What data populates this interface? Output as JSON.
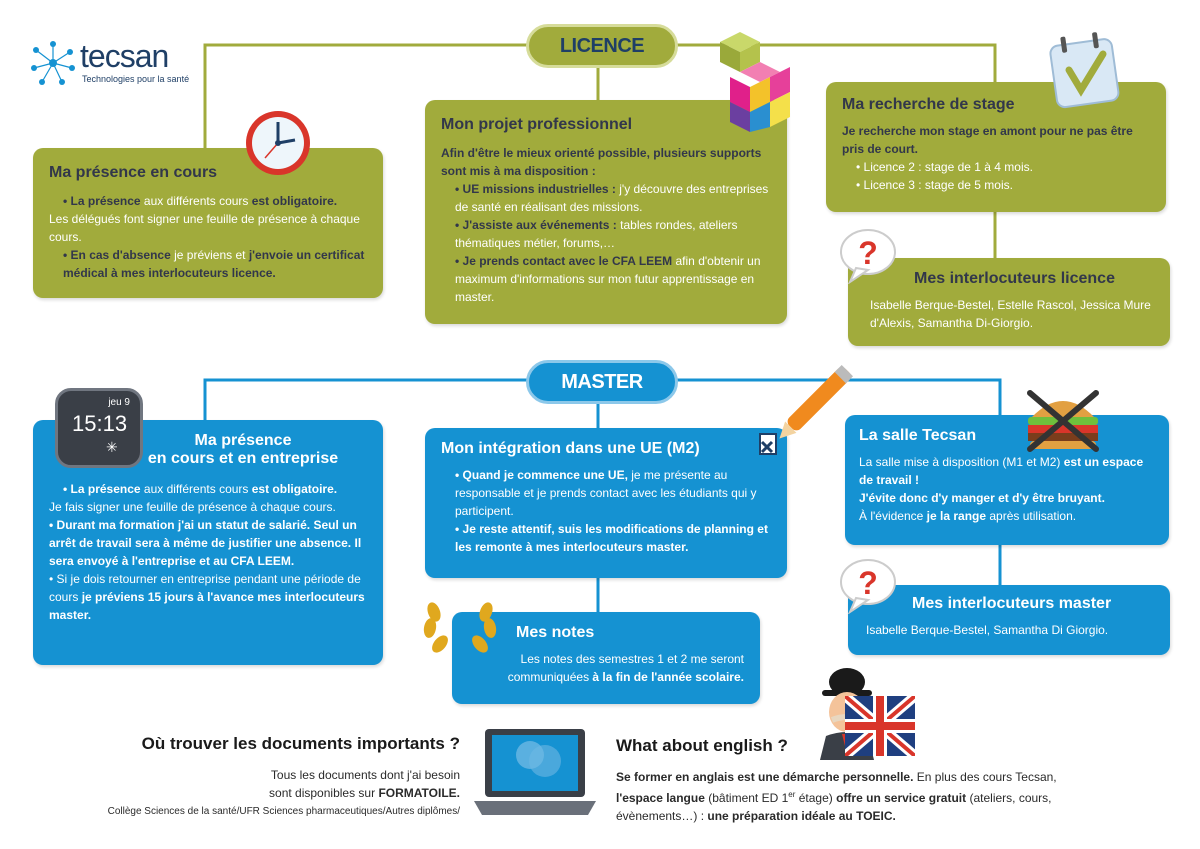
{
  "logo": {
    "name": "tecsan",
    "tagline": "Technologies pour la santé"
  },
  "licence": {
    "label": "LICENCE",
    "presence": {
      "title": "Ma présence en cours",
      "p1_bold": "• La présence",
      "p1_rest": " aux différents cours ",
      "p1_bold2": "est obligatoire.",
      "p1_line2": "Les délégués font signer une feuille de présence à chaque cours.",
      "p2_bold": "• En cas d'absence",
      "p2_rest": " je préviens et ",
      "p2_bold2": "j'envoie un certificat médical à mes interlocuteurs licence."
    },
    "projet": {
      "title": "Mon projet professionnel",
      "intro": "Afin d'être le mieux orienté possible, plusieurs supports sont mis à ma disposition :",
      "i1_bold": "• UE missions industrielles :",
      "i1_rest": " j'y découvre des entreprises de santé en réalisant des missions.",
      "i2_bold": "• J'assiste aux événements :",
      "i2_rest": " tables rondes, ateliers thématiques métier, forums,…",
      "i3_bold": "• Je prends contact avec le CFA LEEM",
      "i3_rest": " afin d'obtenir un maximum d'informations sur mon futur apprentissage en master."
    },
    "stage": {
      "title": "Ma recherche de stage",
      "intro": "Je recherche mon stage en amont pour ne pas être pris de court.",
      "l2": "• Licence 2 : stage de 1 à 4 mois.",
      "l3": "• Licence 3 : stage de 5 mois."
    },
    "interlocuteurs": {
      "title": "Mes interlocuteurs licence",
      "names": "Isabelle Berque-Bestel, Estelle Rascol, Jessica Mure d'Alexis, Samantha Di-Giorgio."
    }
  },
  "master": {
    "label": "MASTER",
    "presence": {
      "title_l1": "Ma présence",
      "title_l2": "en cours et en entreprise",
      "watch_day": "jeu 9",
      "watch_time": "15:13",
      "p1_bold": "• La présence",
      "p1_rest": " aux différents cours ",
      "p1_bold2": "est obligatoire.",
      "p1_line2": "Je fais signer une feuille de présence à chaque cours.",
      "p2": "• Durant ma formation j'ai un statut de salarié. Seul un arrêt de travail sera à même de justifier une absence. Il sera envoyé à l'entreprise et au CFA LEEM.",
      "p3_rest": "• Si je dois retourner en entreprise pendant une période de cours ",
      "p3_bold": "je préviens 15 jours à l'avance mes interlocuteurs master."
    },
    "integration": {
      "title": "Mon intégration dans une UE (M2)",
      "p1_bold": "• Quand je commence une UE,",
      "p1_rest": " je me présente au responsable et je prends contact avec les étudiants qui y participent.",
      "p2_bold": "• Je reste attentif, suis les modifications de planning et les remonte à mes interlocuteurs master."
    },
    "notes": {
      "title": "Mes notes",
      "text": "Les notes des semestres 1 et 2 me seront communiquées ",
      "bold": "à la fin de l'année scolaire."
    },
    "salle": {
      "title": "La salle Tecsan",
      "t1": "La salle mise à disposition (M1 et M2) ",
      "b1": "est un espace de travail !",
      "b2": "J'évite donc d'y manger et d'y être bruyant.",
      "t3": "À l'évidence ",
      "b3": "je la range",
      "t3b": " après utilisation."
    },
    "interlocuteurs": {
      "title": "Mes interlocuteurs master",
      "names": "Isabelle Berque-Bestel, Samantha Di Giorgio."
    }
  },
  "documents": {
    "title": "Où trouver les documents importants ?",
    "line1": "Tous les documents dont j'ai besoin",
    "line2": "sont disponibles sur ",
    "line2_bold": "FORMATOILE.",
    "path": "Collège Sciences de la santé/UFR Sciences pharmaceutiques/Autres diplômes/"
  },
  "english": {
    "title": "What about english ?",
    "b1": "Se former en anglais est une démarche personnelle.",
    "t1": " En plus des cours Tecsan, ",
    "b2": "l'espace langue",
    "t2": " (bâtiment ED 1",
    "sup": "er",
    "t3": " étage) ",
    "b3": "offre un service gratuit",
    "t4": " (ateliers, cours, évènements…) : ",
    "b4": "une préparation idéale au TOEIC."
  },
  "colors": {
    "green": "#a1ab3c",
    "blue": "#1592d2",
    "dark": "#32374a"
  },
  "icons": [
    "clock-icon",
    "cube-icon",
    "calendar-icon",
    "question-bubble-icon",
    "watch-icon",
    "pen-icon",
    "burger-icon",
    "laurel-icon",
    "laptop-icon",
    "englishman-icon",
    "uk-flag-icon"
  ]
}
